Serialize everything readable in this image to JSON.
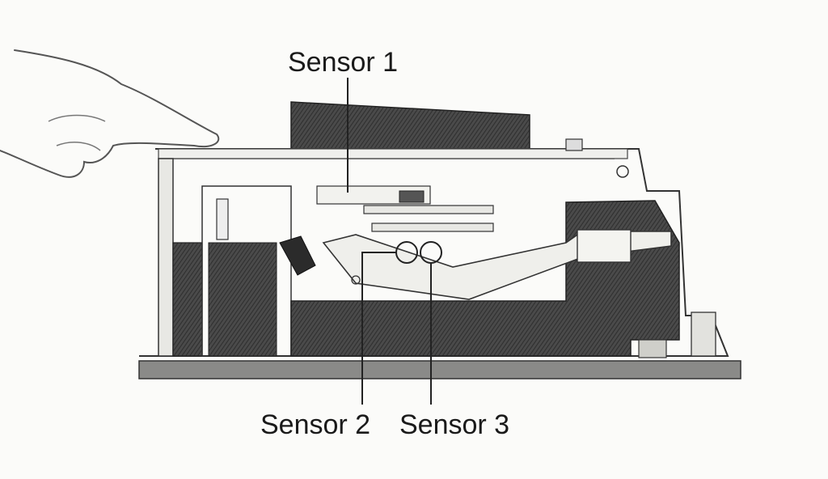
{
  "labels": {
    "sensor1": "Sensor 1",
    "sensor2": "Sensor 2",
    "sensor3": "Sensor 3"
  },
  "colors": {
    "ink": "#2a2a2a",
    "shading": "#3e3e3e",
    "paper": "#fbfbf9"
  }
}
